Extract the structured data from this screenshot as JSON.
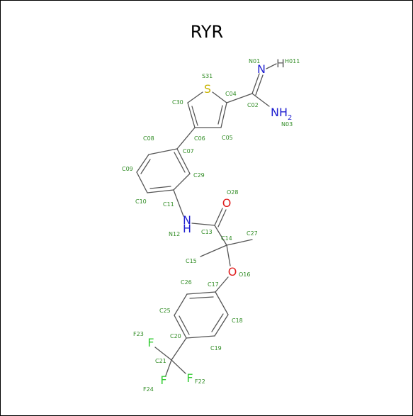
{
  "title": "RYR",
  "colors": {
    "label": "#2e8b22",
    "bond": "#555555",
    "sulfur": "#c8b400",
    "nitrogen": "#1f1fd0",
    "oxygen": "#e02020",
    "fluorine": "#33cc33",
    "hydrogen": "#666666"
  },
  "atom_labels": {
    "N01": "N01",
    "H011": "H011",
    "S31": "S31",
    "C04": "C04",
    "C30": "C30",
    "C02": "C02",
    "N03": "N03",
    "C06": "C06",
    "C05": "C05",
    "C08": "C08",
    "C07": "C07",
    "C09": "C09",
    "C29": "C29",
    "C10": "C10",
    "C11": "C11",
    "O28": "O28",
    "N12": "N12",
    "C13": "C13",
    "C14": "C14",
    "C27": "C27",
    "C15": "C15",
    "O16": "O16",
    "C17": "C17",
    "C26": "C26",
    "C25": "C25",
    "C18": "C18",
    "C20": "C20",
    "F23": "F23",
    "C19": "C19",
    "C21": "C21",
    "F22": "F22",
    "F24": "F24"
  },
  "element_symbols": {
    "S": "S",
    "N_imine": "N",
    "H_imine": "H",
    "N_amine": "NH",
    "N_amine_sub": "2",
    "N_amide": "N",
    "H_amide": "H",
    "O_carbonyl": "O",
    "O_ether": "O",
    "F1": "F",
    "F2": "F",
    "F3": "F"
  }
}
